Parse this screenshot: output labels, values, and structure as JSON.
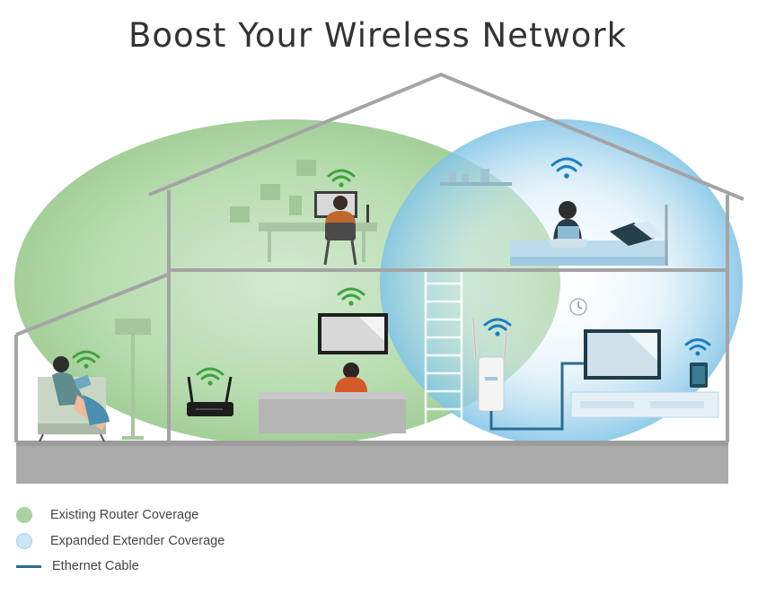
{
  "title": "Boost Your Wireless Network",
  "legend": [
    {
      "label": "Existing Router Coverage",
      "swatch": "green-circle"
    },
    {
      "label": "Expanded Extender Coverage",
      "swatch": "blue-circle"
    },
    {
      "label": "Ethernet Cable",
      "swatch": "line"
    }
  ],
  "colors": {
    "router_coverage": "#a9d3a0",
    "extender_coverage": "#8ecbe9",
    "house_outline": "#9e9e9e",
    "ethernet_cable": "#2c6d8f",
    "wifi_router": "#3fa43f",
    "wifi_extender": "#1c7fbf"
  },
  "icons": [
    "wifi-icon",
    "router-icon",
    "range-extender-icon",
    "tv-icon",
    "laptop-icon",
    "tablet-icon",
    "clock-icon"
  ]
}
